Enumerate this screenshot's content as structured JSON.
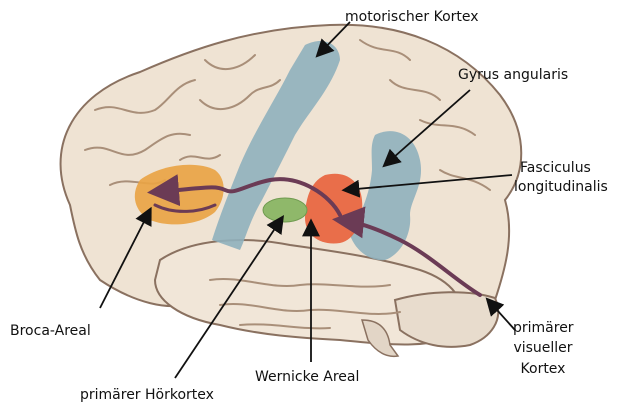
{
  "labels": {
    "motor_cortex": "motorischer Kortex",
    "angular_gyrus": "Gyrus angularis",
    "fasciculus_line1": "Fasciculus",
    "fasciculus_line2": "longitudinalis",
    "broca": "Broca-Areal",
    "primary_auditory": "primärer Hörkortex",
    "wernicke": "Wernicke Areal",
    "visual_line1": "primärer",
    "visual_line2": "visueller",
    "visual_line3": "Kortex"
  },
  "colors": {
    "brain_base": "#efe3d3",
    "brain_fold": "#a98f79",
    "motor_region": "#8fb0bd",
    "broca_region": "#e9a445",
    "wernicke_region": "#e8643e",
    "auditory_region": "#8fb86a",
    "pathway": "#6b3b55"
  }
}
